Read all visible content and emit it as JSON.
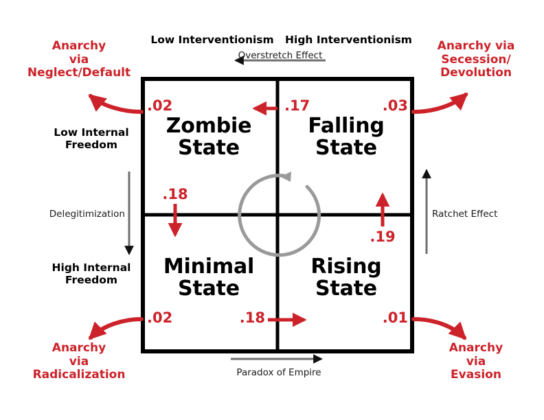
{
  "diagram": {
    "title": "State Typology Quadrant Diagram",
    "accent_red": "#CC2229",
    "frame_color": "#000000",
    "gray_arrow_color": "#808080"
  },
  "axes": {
    "top_left_label": "Low Interventionism",
    "top_right_label": "High Interventionism",
    "left_top_label": "Low Internal\nFreedom",
    "left_bottom_label": "High Internal\nFreedom"
  },
  "effects": {
    "overstretch": "Overstretch Effect",
    "delegitimization": "Delegitimization",
    "ratchet": "Ratchet Effect",
    "paradox": "Paradox of Empire"
  },
  "quadrants": [
    {
      "id": "zombie",
      "label": "Zombie\nState"
    },
    {
      "id": "falling",
      "label": "Falling\nState"
    },
    {
      "id": "minimal",
      "label": "Minimal\nState"
    },
    {
      "id": "rising",
      "label": "Rising\nState"
    }
  ],
  "anarchy_outcomes": [
    {
      "id": "neglect-default",
      "label": "Anarchy\nvia\nNeglect/Default",
      "value": ".02"
    },
    {
      "id": "secession-devolution",
      "label": "Anarchy via\nSecession/\nDevolution",
      "value": ".03"
    },
    {
      "id": "radicalization",
      "label": "Anarchy\nvia\nRadicalization",
      "value": ".02"
    },
    {
      "id": "evasion",
      "label": "Anarchy\nvia\nEvasion",
      "value": ".01"
    }
  ],
  "transitions": [
    {
      "id": "falling-to-zombie",
      "value": ".17",
      "direction": "left"
    },
    {
      "id": "zombie-to-minimal",
      "value": ".18",
      "direction": "down"
    },
    {
      "id": "rising-to-falling",
      "value": ".19",
      "direction": "up"
    },
    {
      "id": "minimal-to-rising",
      "value": ".18",
      "direction": "right"
    },
    {
      "id": "central-cycle",
      "value": "",
      "direction": "counterclockwise"
    }
  ],
  "chart_data": {
    "type": "diagram",
    "title": "State Typology Quadrant Diagram",
    "x_axis": {
      "label": "Interventionism",
      "low": "Low Interventionism",
      "high": "High Interventionism"
    },
    "y_axis": {
      "label": "Internal Freedom",
      "top": "Low Internal Freedom",
      "bottom": "High Internal Freedom"
    },
    "cells": [
      {
        "quadrant": "top-left",
        "name": "Zombie State",
        "exit_value": ".02",
        "exit_to": "Anarchy via Neglect/Default"
      },
      {
        "quadrant": "top-right",
        "name": "Falling State",
        "exit_value": ".03",
        "exit_to": "Anarchy via Secession/Devolution"
      },
      {
        "quadrant": "bottom-left",
        "name": "Minimal State",
        "exit_value": ".02",
        "exit_to": "Anarchy via Radicalization"
      },
      {
        "quadrant": "bottom-right",
        "name": "Rising State",
        "exit_value": ".01",
        "exit_to": "Anarchy via Evasion"
      }
    ],
    "internal_transitions": [
      {
        "from": "Falling State",
        "to": "Zombie State",
        "value": 0.17
      },
      {
        "from": "Zombie State",
        "to": "Minimal State",
        "value": 0.18
      },
      {
        "from": "Rising State",
        "to": "Falling State",
        "value": 0.19
      },
      {
        "from": "Minimal State",
        "to": "Rising State",
        "value": 0.18
      }
    ],
    "exit_transitions": [
      {
        "from": "Zombie State",
        "to": "Anarchy via Neglect/Default",
        "value": 0.02
      },
      {
        "from": "Falling State",
        "to": "Anarchy via Secession/Devolution",
        "value": 0.03
      },
      {
        "from": "Minimal State",
        "to": "Anarchy via Radicalization",
        "value": 0.02
      },
      {
        "from": "Rising State",
        "to": "Anarchy via Evasion",
        "value": 0.01
      }
    ],
    "named_effects": [
      {
        "name": "Overstretch Effect",
        "direction": "right-to-left (High to Low Interventionism)"
      },
      {
        "name": "Paradox of Empire",
        "direction": "left-to-right (Low to High Interventionism)"
      },
      {
        "name": "Delegitimization",
        "direction": "top-to-bottom (Low to High Internal Freedom)"
      },
      {
        "name": "Ratchet Effect",
        "direction": "bottom-to-top (High to Low Internal Freedom)"
      }
    ]
  }
}
